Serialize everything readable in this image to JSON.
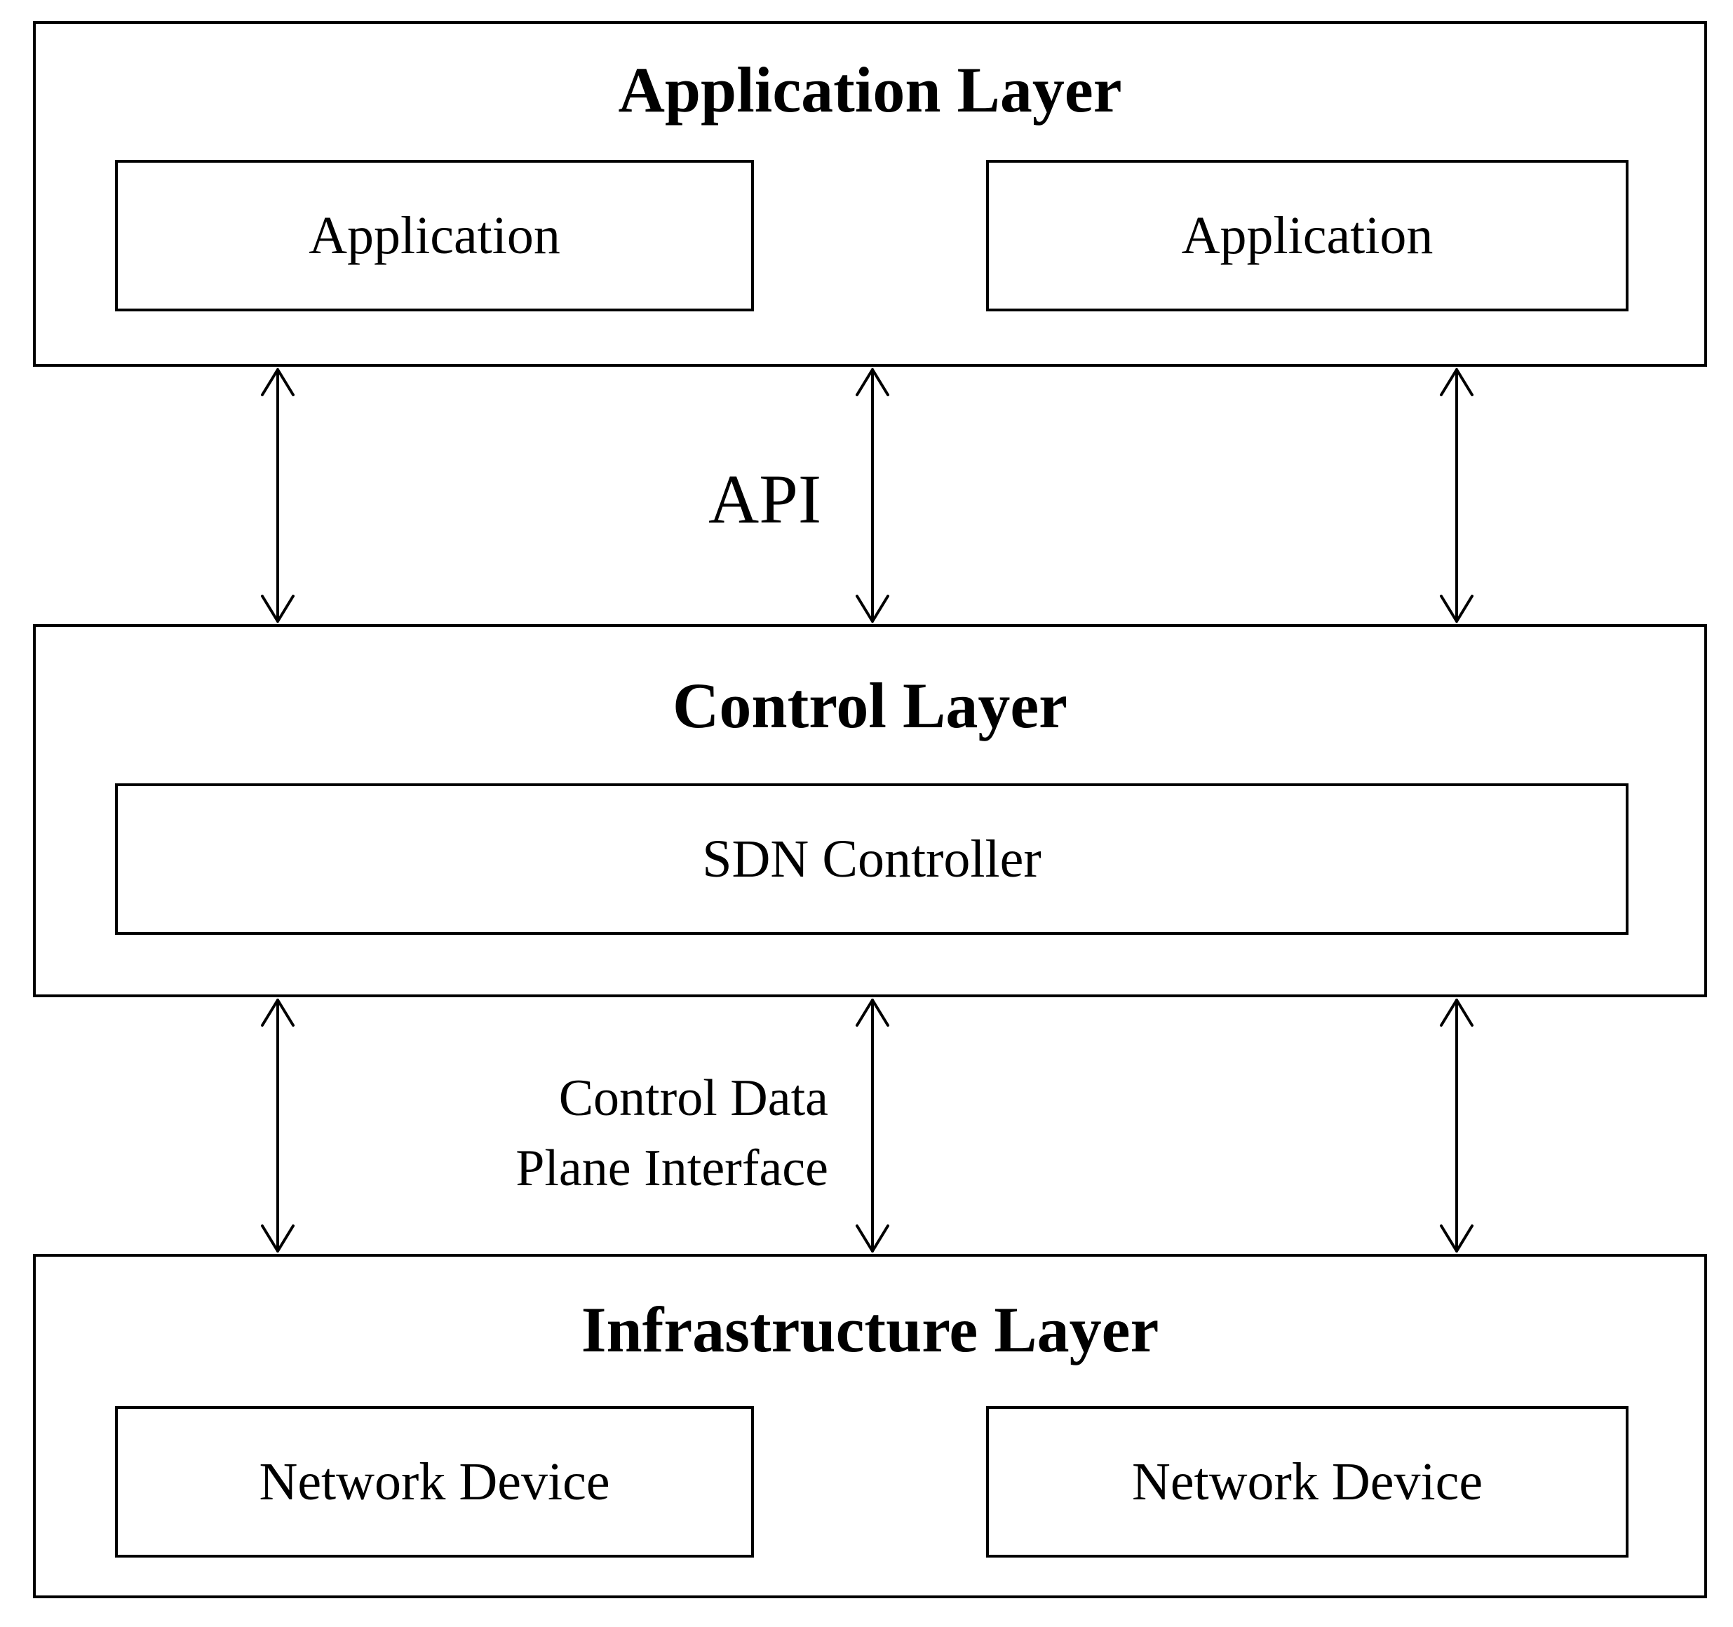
{
  "application_layer": {
    "title": "Application Layer",
    "items": [
      "Application",
      "Application"
    ]
  },
  "api_label": "API",
  "control_layer": {
    "title": "Control Layer",
    "controller": "SDN Controller"
  },
  "southbound_label": {
    "line1": "Control Data",
    "line2": "Plane Interface"
  },
  "infrastructure_layer": {
    "title": "Infrastructure Layer",
    "items": [
      "Network Device",
      "Network Device"
    ]
  }
}
